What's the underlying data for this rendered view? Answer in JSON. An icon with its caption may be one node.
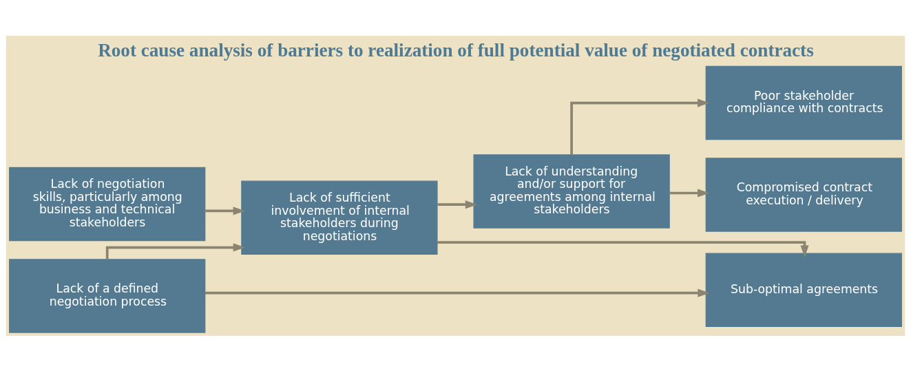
{
  "diagram": {
    "title": "Root cause analysis of barriers to realization of full potential value of negotiated contracts",
    "nodes": [
      {
        "text": [
          "Lack of a defined negotiation process"
        ]
      },
      {
        "text": [
          "Lack of negotiation skills, particularly among business and technical stakeholders"
        ]
      },
      {
        "text": [
          "Lack of sufficient involvement of internal stakeholders during negotiations"
        ]
      },
      {
        "text": [
          "Lack of understanding and/or support for agreements among internal stakeholders"
        ]
      },
      {
        "text": [
          "Sub-optimal agreements"
        ]
      },
      {
        "text": [
          "Poor stakeholder compliance with contracts"
        ]
      },
      {
        "text": [
          "Compromised contract execution / delivery"
        ]
      }
    ],
    "edges": [
      {
        "from": 0,
        "to": 4,
        "arrow": "to"
      },
      {
        "from": 0,
        "to": 2,
        "arrow": "to"
      },
      {
        "from": 1,
        "to": 2,
        "arrow": "to"
      },
      {
        "from": 2,
        "to": 4,
        "arrow": "to"
      },
      {
        "from": 2,
        "to": 3,
        "arrow": "to"
      },
      {
        "from": 3,
        "to": 5,
        "arrow": "to"
      },
      {
        "from": 3,
        "to": 6,
        "arrow": "to"
      }
    ]
  }
}
